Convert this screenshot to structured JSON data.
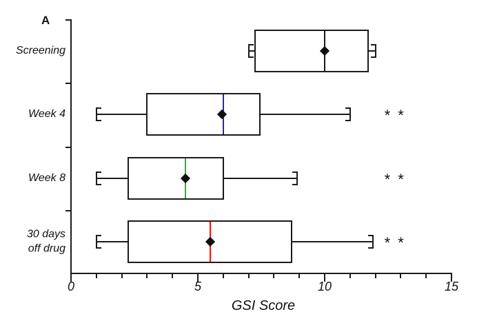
{
  "figure": {
    "panel_label": "A",
    "background": "#ffffff"
  },
  "chart_data": {
    "type": "boxplot",
    "orientation": "horizontal",
    "title": "",
    "xlabel": "GSI Score",
    "ylabel": "",
    "xlim": [
      0,
      15
    ],
    "x_major_ticks": [
      0,
      5,
      10,
      15
    ],
    "x_minor_tick_step": 1,
    "grid": false,
    "axis_color": "#1a1a1a",
    "mean_marker": "filled-diamond",
    "mean_marker_color": "#111111",
    "categories": [
      "Screening",
      "Week 4",
      "Week 8",
      "30 days\noff drug"
    ],
    "series": [
      {
        "label": "Screening",
        "whisker_low": 7.0,
        "q1": 7.25,
        "median": 10.0,
        "q3": 11.7,
        "whisker_high": 12.0,
        "mean": 10.0,
        "median_color": "#1a1a1a",
        "significance": ""
      },
      {
        "label": "Week 4",
        "whisker_low": 1.0,
        "q1": 3.0,
        "median": 6.0,
        "q3": 7.45,
        "whisker_high": 11.0,
        "mean": 5.95,
        "median_color": "#2222dd",
        "significance": "* *"
      },
      {
        "label": "Week 8",
        "whisker_low": 1.0,
        "q1": 2.25,
        "median": 4.5,
        "q3": 6.0,
        "whisker_high": 8.9,
        "mean": 4.5,
        "median_color": "#00cc00",
        "significance": "* *"
      },
      {
        "label": "30 days\noff drug",
        "whisker_low": 1.0,
        "q1": 2.25,
        "median": 5.5,
        "q3": 8.7,
        "whisker_high": 11.9,
        "mean": 5.5,
        "median_color": "#ee1111",
        "significance": "* *"
      }
    ]
  }
}
